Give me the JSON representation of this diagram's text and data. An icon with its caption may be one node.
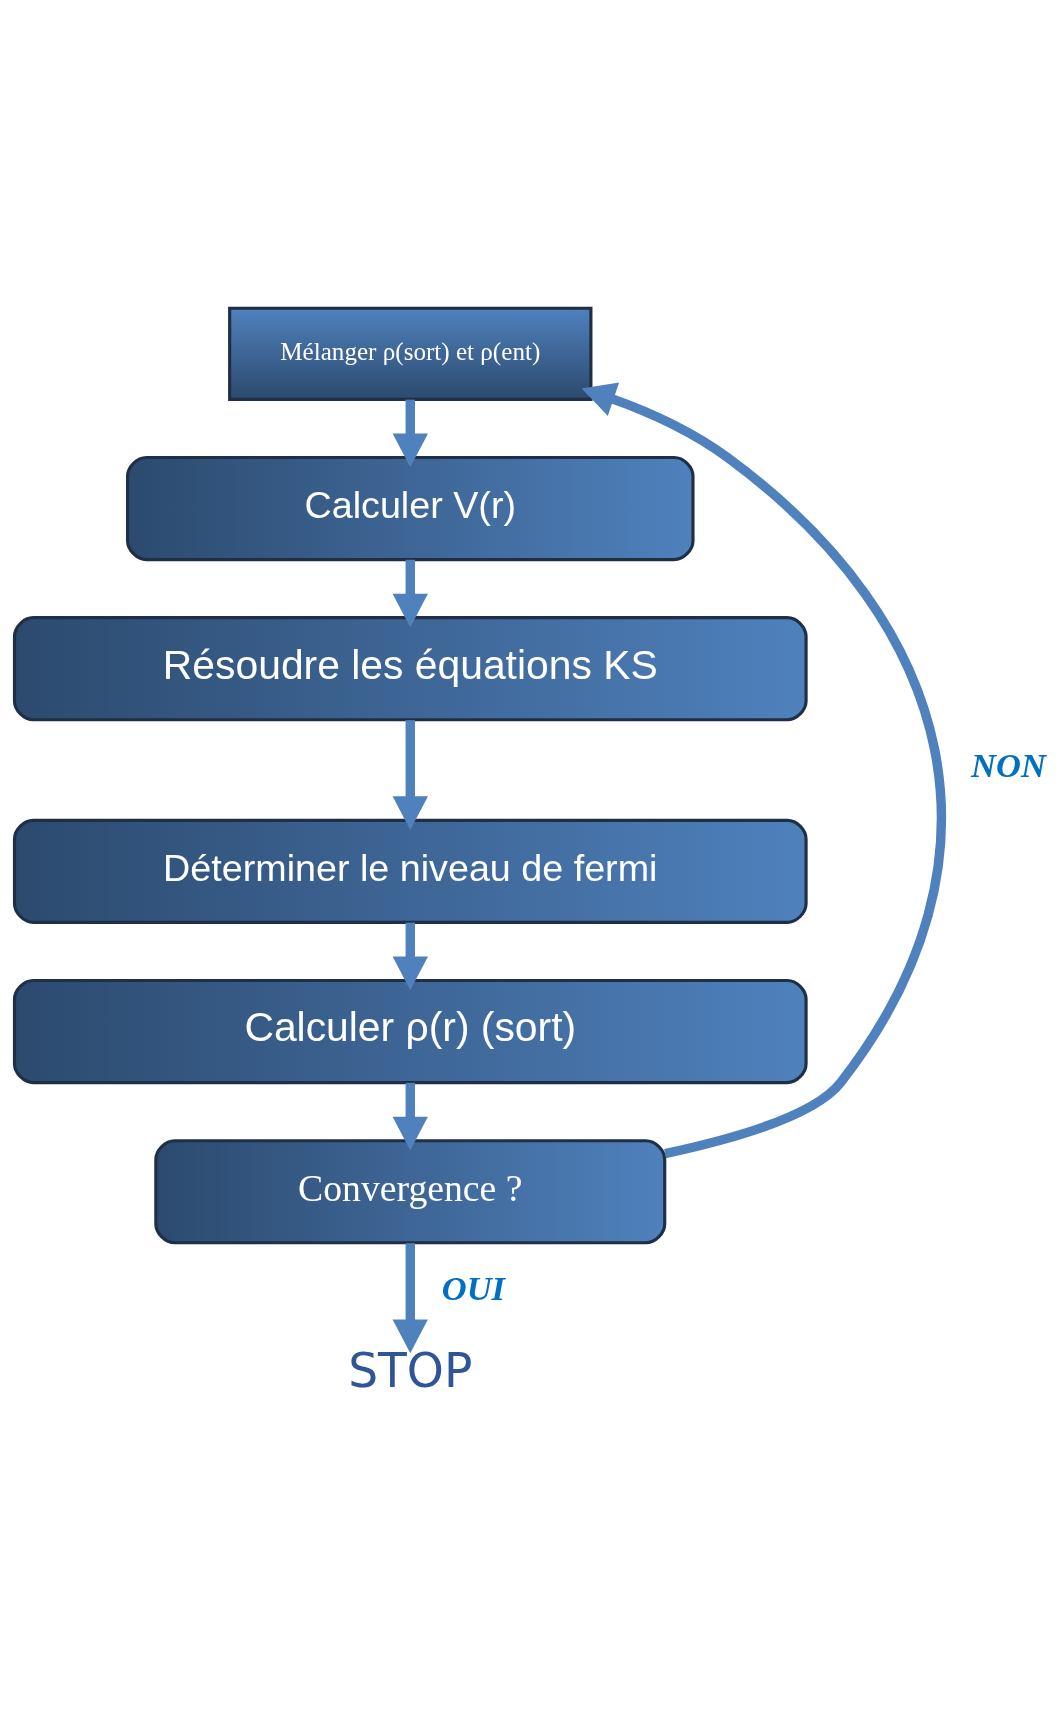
{
  "diagram": {
    "nodes": [
      {
        "text": [
          "Mélanger ρ(sort) et ρ(ent)"
        ]
      },
      {
        "text": [
          "Calculer V(r)"
        ]
      },
      {
        "text": [
          "Résoudre les équations KS"
        ]
      },
      {
        "text": [
          "Déterminer le niveau de fermi"
        ]
      },
      {
        "text": [
          "Calculer ρ(r) (sort)"
        ]
      },
      {
        "text": [
          "Convergence ?"
        ]
      },
      {
        "text": [
          "STOP"
        ]
      }
    ],
    "edges": [
      {
        "from": 0,
        "to": 1,
        "arrow": "to"
      },
      {
        "from": 1,
        "to": 2,
        "arrow": "to"
      },
      {
        "from": 2,
        "to": 3,
        "arrow": "to"
      },
      {
        "from": 3,
        "to": 4,
        "arrow": "to"
      },
      {
        "from": 4,
        "to": 5,
        "arrow": "to"
      },
      {
        "from": 5,
        "to": 0,
        "arrow": "to",
        "label": "NON"
      },
      {
        "from": 5,
        "to": 6,
        "arrow": "to",
        "label": "OUI"
      }
    ]
  }
}
